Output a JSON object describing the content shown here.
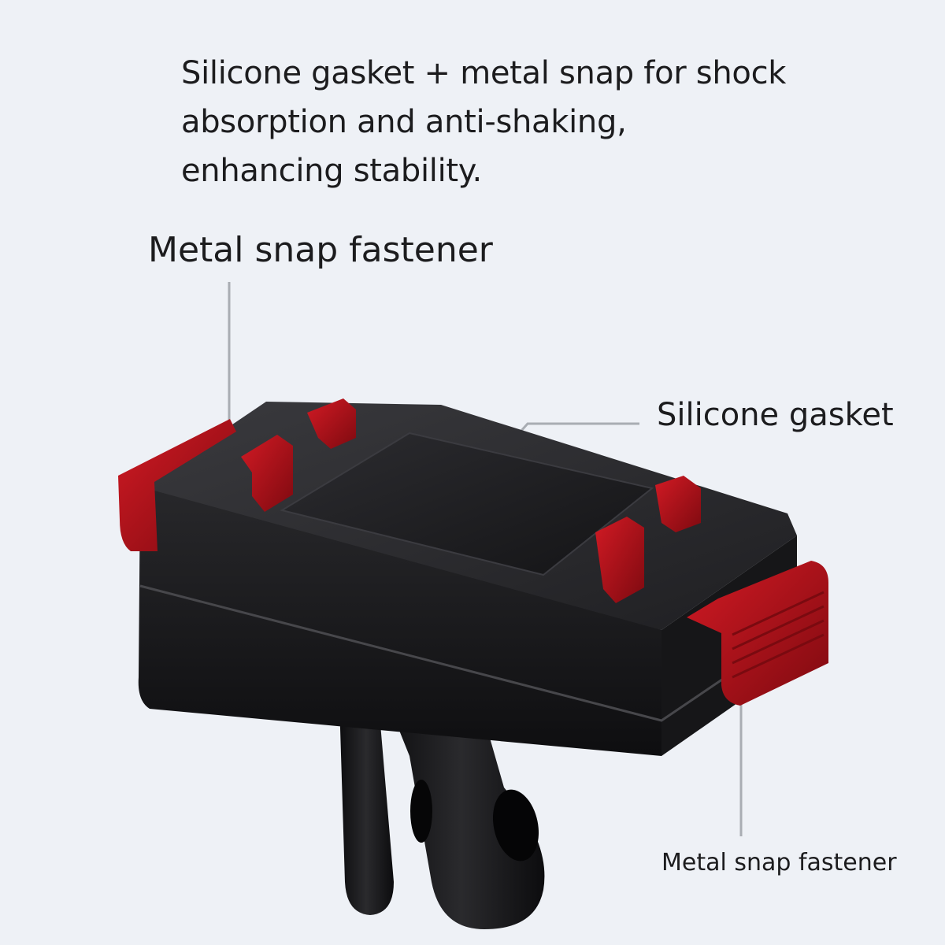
{
  "headline": {
    "lines": [
      "Silicone gasket + metal snap for shock",
      "absorption and anti-shaking,",
      "enhancing stability."
    ]
  },
  "callouts": {
    "top_left": "Metal snap fastener",
    "gasket": "Silicone gasket",
    "bottom_right": "Metal snap fastener"
  },
  "colors": {
    "background": "#eef1f6",
    "body": "#1a1a1c",
    "accent_red": "#b0101a",
    "leader_line": "#a9adb3"
  }
}
